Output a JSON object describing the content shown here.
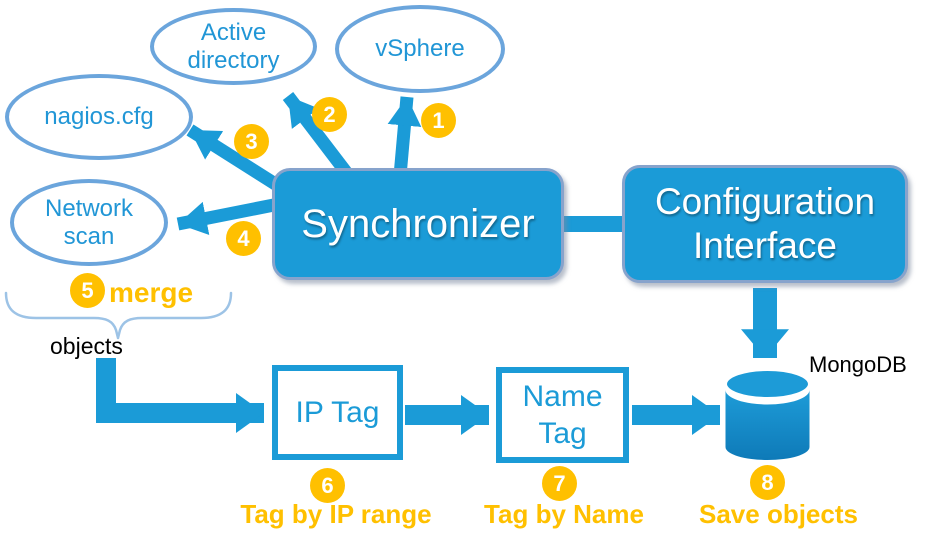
{
  "nodes": {
    "active_directory": {
      "label": "Active\ndirectory"
    },
    "vsphere": {
      "label": "vSphere"
    },
    "nagios_cfg": {
      "label": "nagios.cfg"
    },
    "network_scan": {
      "label": "Network\nscan"
    },
    "synchronizer": {
      "label": "Synchronizer"
    },
    "configuration_interface": {
      "label": "Configuration\nInterface"
    },
    "ip_tag": {
      "label": "IP Tag"
    },
    "name_tag": {
      "label": "Name\nTag"
    },
    "mongodb": {
      "label": "MongoDB"
    }
  },
  "steps": [
    {
      "number": "1"
    },
    {
      "number": "2"
    },
    {
      "number": "3"
    },
    {
      "number": "4"
    },
    {
      "number": "5",
      "label": "merge"
    },
    {
      "number": "6",
      "label": "Tag by IP range"
    },
    {
      "number": "7",
      "label": "Tag by Name"
    },
    {
      "number": "8",
      "label": "Save objects"
    }
  ],
  "annotations": {
    "objects": "objects"
  },
  "colors": {
    "primary_blue": "#1B9BD7",
    "ellipse_stroke": "#6BA5DC",
    "ellipse_text": "#2196D6",
    "box_rim": "#87A3CC",
    "gold": "#FFC000",
    "brace_blue": "#9DC3E6",
    "cylinder_dark": "#0E7AB8"
  }
}
